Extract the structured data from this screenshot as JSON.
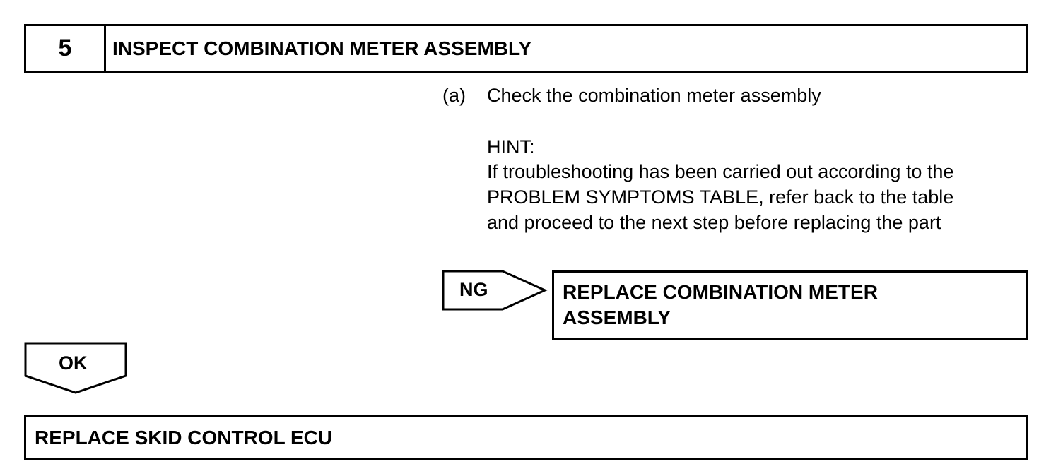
{
  "step": {
    "number": "5",
    "title": "INSPECT COMBINATION METER ASSEMBLY"
  },
  "instruction": {
    "marker": "(a)",
    "text": "Check the combination meter assembly",
    "hint_label": "HINT:",
    "hint_text": "If troubleshooting has been carried out according to the\nPROBLEM SYMPTOMS TABLE, refer back to the table\nand proceed to the next step before replacing the part"
  },
  "ng_branch": {
    "label": "NG",
    "result": "REPLACE COMBINATION METER ASSEMBLY"
  },
  "ok_branch": {
    "label": "OK",
    "result": "REPLACE SKID CONTROL ECU"
  }
}
